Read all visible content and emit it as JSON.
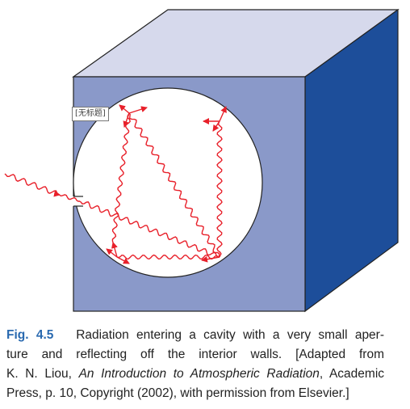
{
  "tooltip_text": "[无标题]",
  "caption": {
    "label": "Fig. 4.5",
    "line1": "Radiation entering a cavity with a very small aper-",
    "line2": "ture and reflecting off the interior walls. [Adapted from",
    "line3_pre": "K. N. Liou, ",
    "line3_italic": "An Introduction to Atmospheric Radiation",
    "line3_post": ", Academic",
    "line4": "Press, p. 10, Copyright (2002), with permission from Elsevier.]"
  },
  "colors": {
    "cube_front": "#8a99c9",
    "cube_top": "#d6d9ec",
    "cube_side": "#1d4e9a",
    "cavity": "#ffffff",
    "ray": "#e8202a",
    "caption_label": "#2a6ab0"
  }
}
